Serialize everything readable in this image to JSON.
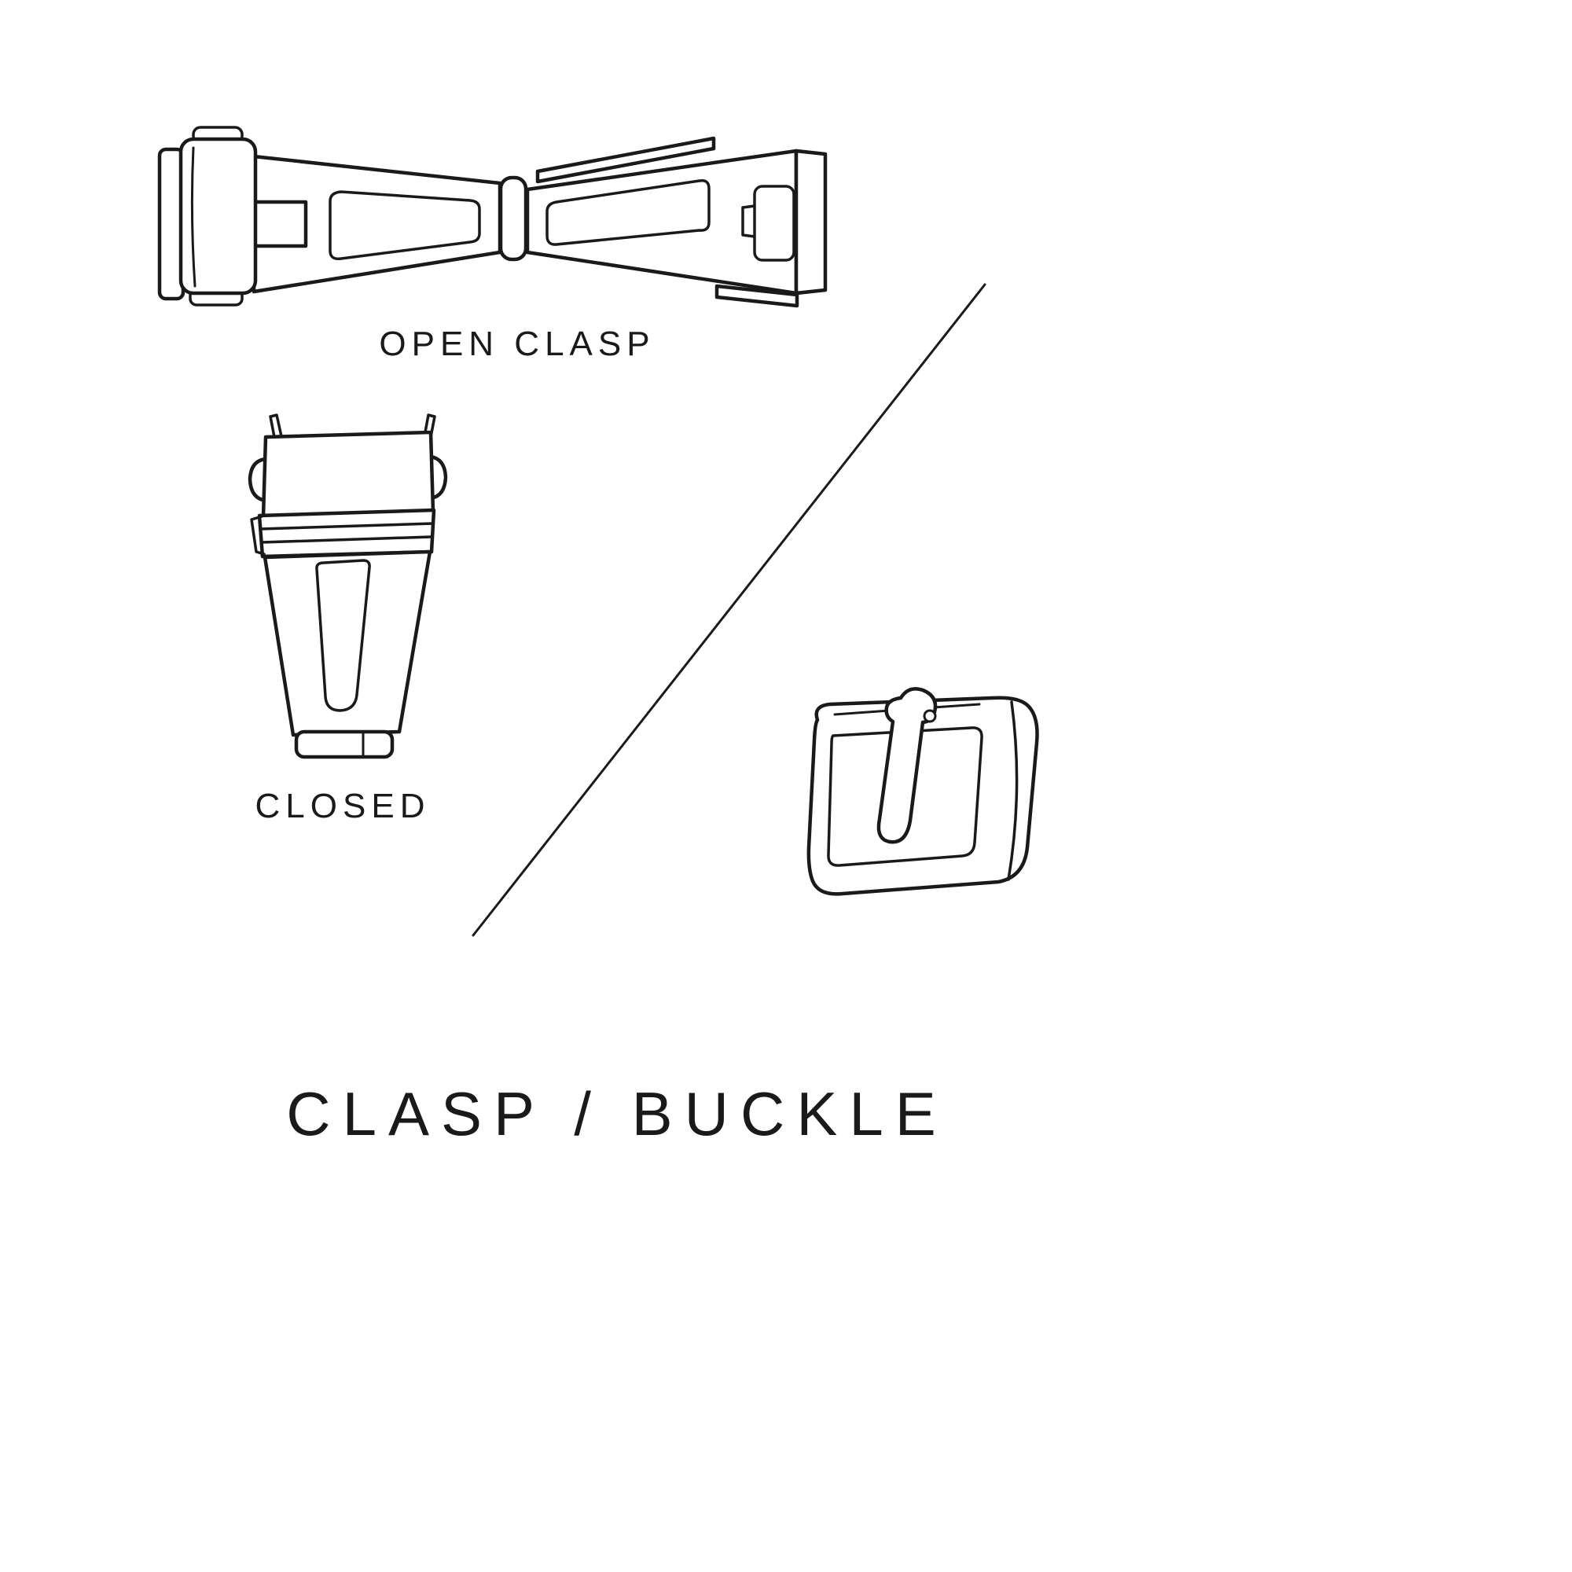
{
  "canvas": {
    "background": "#ffffff",
    "line_color": "#1a1a1a"
  },
  "labels": {
    "open_clasp": "OPEN CLASP",
    "closed": "CLOSED",
    "title": "CLASP / BUCKLE"
  },
  "figures": {
    "open_clasp": "open-clasp-illustration",
    "closed_clasp": "closed-clasp-illustration",
    "buckle": "buckle-illustration",
    "divider": "diagonal-divider-line"
  }
}
